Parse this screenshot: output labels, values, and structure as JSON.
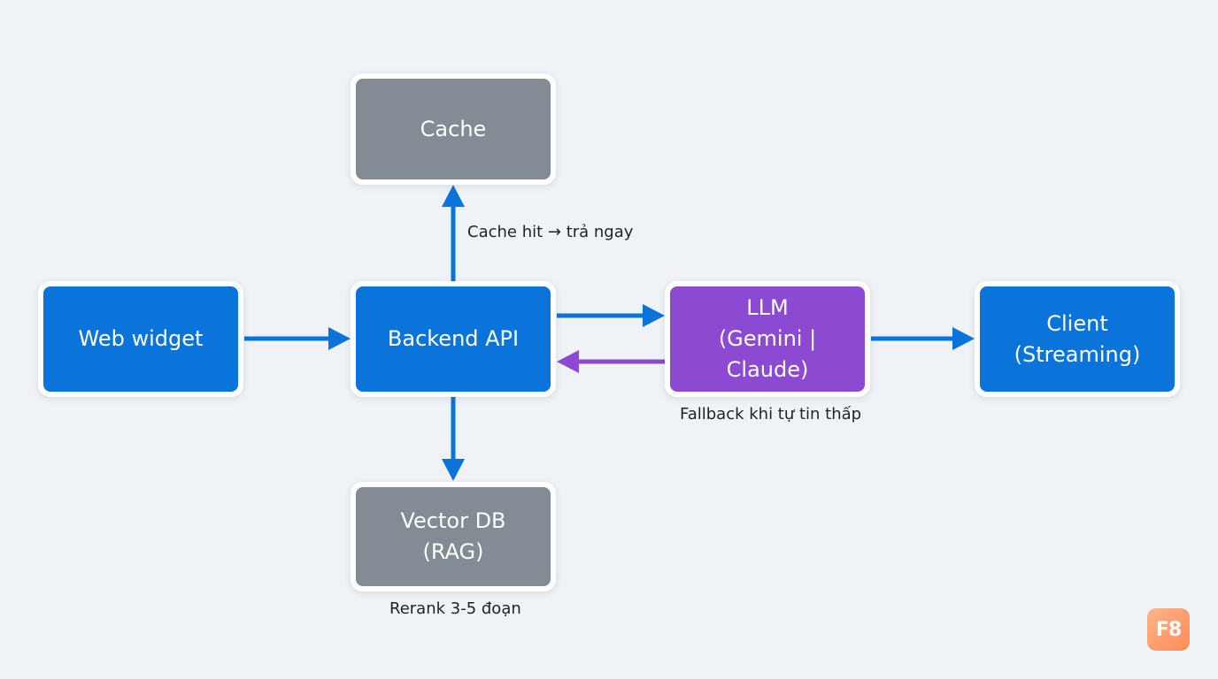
{
  "nodes": {
    "web_widget": {
      "lines": [
        "Web widget"
      ]
    },
    "backend_api": {
      "lines": [
        "Backend API"
      ]
    },
    "cache": {
      "lines": [
        "Cache"
      ]
    },
    "vector_db": {
      "lines": [
        "Vector DB",
        "(RAG)"
      ]
    },
    "llm": {
      "lines": [
        "LLM",
        "(Gemini | Claude)"
      ]
    },
    "client": {
      "lines": [
        "Client",
        "(Streaming)"
      ]
    }
  },
  "edge_labels": {
    "cache_hit": "Cache hit → trả ngay",
    "fallback": "Fallback khi tự tin thấp",
    "rerank": "Rerank 3-5 đoạn"
  },
  "badge": {
    "text": "F8"
  },
  "colors": {
    "background": "#eff2f6",
    "primary_blue": "#0a74da",
    "neutral_gray": "#838b94",
    "llm_purple": "#8c49d1",
    "arrow_blue": "#0a74da",
    "arrow_purple": "#8c49d1",
    "badge_orange": "#ff9a6a"
  }
}
